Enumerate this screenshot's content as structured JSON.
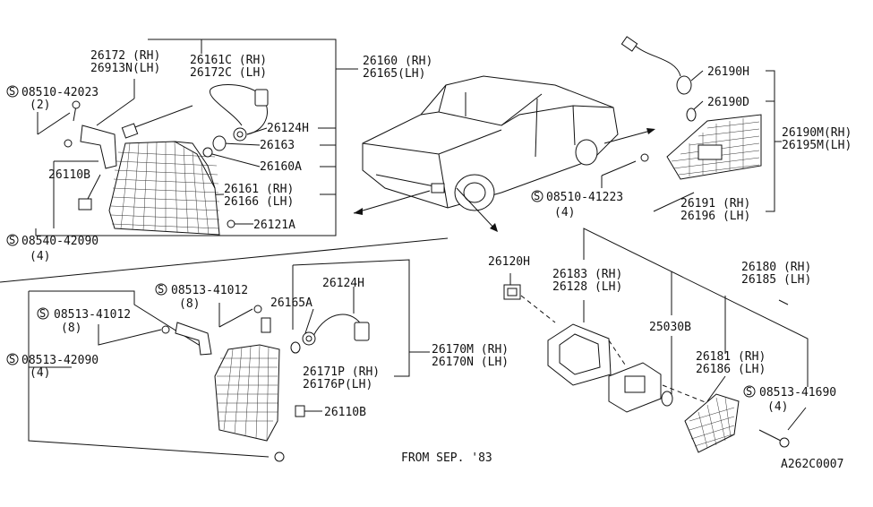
{
  "labels": {
    "l1": "26172  (RH)",
    "l2": "26913N(LH)",
    "l3": "26161C (RH)",
    "l4": "26172C (LH)",
    "l5": "26160 (RH)",
    "l6": "26165(LH)",
    "l7": "08510-42023",
    "l8": "(2)",
    "l9": "26124H",
    "l10": "26163",
    "l11": "26160A",
    "l12": "26110B",
    "l13": "26161 (RH)",
    "l14": "26166 (LH)",
    "l15": "26121A",
    "l16": "08540-42090",
    "l17": "(4)",
    "l18": "26190H",
    "l19": "26190D",
    "l20": "26190M(RH)",
    "l21": "26195M(LH)",
    "l22": "08510-41223",
    "l23": "(4)",
    "l24": "26191 (RH)",
    "l25": "26196 (LH)",
    "l26": "26120H",
    "l27": "26183 (RH)",
    "l28": "26128 (LH)",
    "l29": "26180 (RH)",
    "l30": "26185 (LH)",
    "l31": "25030B",
    "l32": "26181 (RH)",
    "l33": "26186 (LH)",
    "l34": "08513-41690",
    "l35": "(4)",
    "l36": "08513-41012",
    "l37": "(8)",
    "l38": "26124H",
    "l39": "26165A",
    "l40": "08513-41012",
    "l41": "(8)",
    "l42": "26170M (RH)",
    "l43": "26170N (LH)",
    "l44": "08513-42090",
    "l45": "(4)",
    "l46": "26171P (RH)",
    "l47": "26176P(LH)",
    "l48": "26110B",
    "l49": "FROM SEP. '83",
    "l50": "A262C0007"
  },
  "screw_symbol": "S"
}
